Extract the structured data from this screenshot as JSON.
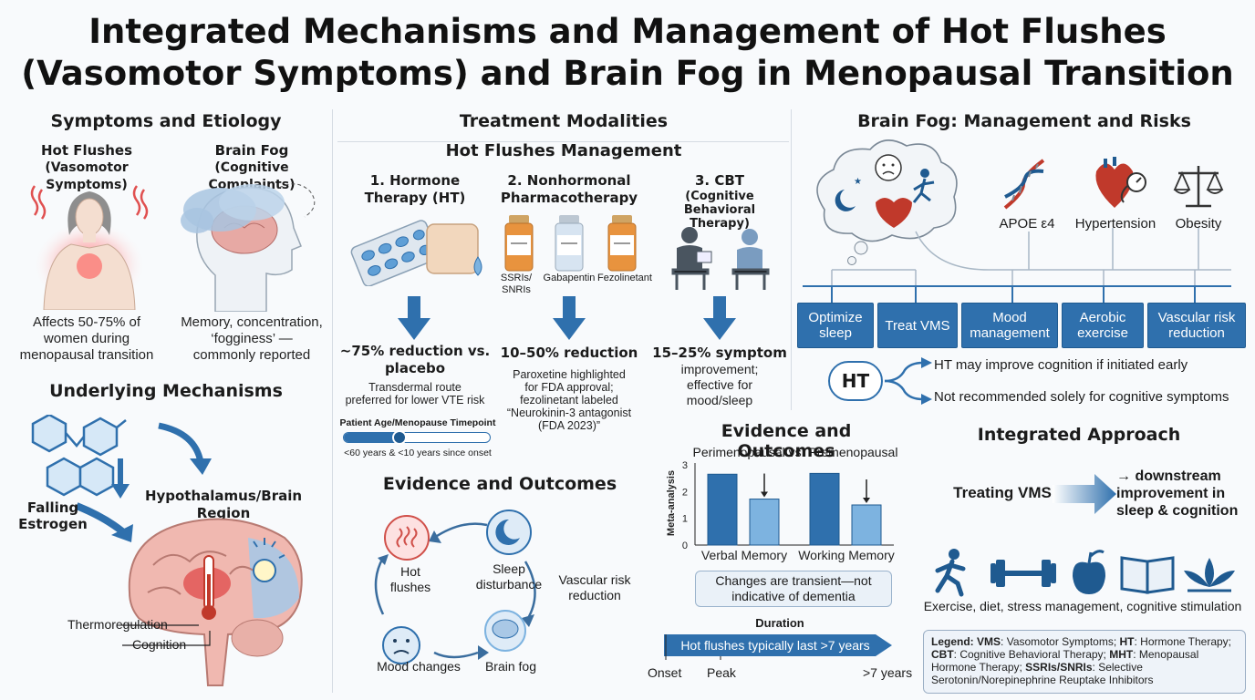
{
  "title": {
    "line1": "Integrated Mechanisms and Management of Hot Flushes",
    "line2": "(Vasomotor Symptoms) and Brain Fog in Menopausal Transition"
  },
  "symptoms": {
    "heading": "Symptoms and Etiology",
    "hot_flushes": {
      "title1": "Hot Flushes",
      "title2": "(Vasomotor Symptoms)",
      "desc1": "Affects 50-75% of",
      "desc2": "women during",
      "desc3": "menopausal transition"
    },
    "brain_fog": {
      "title1": "Brain Fog",
      "title2": "(Cognitive Complaints)",
      "desc1": "Memory, concentration,",
      "desc2": "‘fogginess’ —",
      "desc3": "commonly reported"
    }
  },
  "mechanisms": {
    "heading": "Underlying Mechanisms",
    "hypothalamus_label": "Hypothalamus/Brain Region",
    "falling1": "Falling",
    "falling2": "Estrogen",
    "thermo_label": "Thermoregulation",
    "cognition_label": "Cognition"
  },
  "treatment": {
    "heading": "Treatment Modalities",
    "subheading": "Hot Flushes Management",
    "ht": {
      "title1": "1. Hormone",
      "title2": "Therapy (HT)",
      "result1": "~75% reduction vs.",
      "result2": "placebo",
      "note1": "Transdermal route",
      "note2": "preferred for lower VTE risk",
      "slider_label": "Patient Age/Menopause Timepoint",
      "slider_value": 0.38,
      "slider_caption": "<60 years & <10 years since onset"
    },
    "nonhormonal": {
      "title1": "2. Nonhormonal",
      "title2": "Pharmacotherapy",
      "drug1a": "SSRIs/",
      "drug1b": "SNRIs",
      "drug2": "Gabapentin",
      "drug3": "Fezolinetant",
      "result": "10–50% reduction",
      "note1": "Paroxetine highlighted",
      "note2": "for FDA approval;",
      "note3": "fezolinetant labeled",
      "note4": "“Neurokinin-3 antagonist",
      "note5": "(FDA 2023)”"
    },
    "cbt": {
      "title1": "3. CBT",
      "title2": "(Cognitive Behavioral",
      "title3": "Therapy)",
      "result1": "15–25% symptom",
      "result2": "improvement;",
      "result3": "effective for",
      "result4": "mood/sleep"
    }
  },
  "evidence_cycle": {
    "heading": "Evidence and Outcomes",
    "hot1": "Hot",
    "hot2": "flushes",
    "sleep1": "Sleep",
    "sleep2": "disturbance",
    "mood": "Mood changes",
    "fog": "Brain fog",
    "vascular1": "Vascular risk",
    "vascular2": "reduction"
  },
  "brain_fog_mgmt": {
    "heading": "Brain Fog: Management and Risks",
    "risk1": "APOE ε4",
    "risk2": "Hypertension",
    "risk3": "Obesity",
    "actions": [
      {
        "l1": "Optimize",
        "l2": "sleep"
      },
      {
        "l1": "Treat VMS",
        "l2": ""
      },
      {
        "l1": "Mood",
        "l2": "management"
      },
      {
        "l1": "Aerobic",
        "l2": "exercise"
      },
      {
        "l1": "Vascular risk",
        "l2": "reduction"
      }
    ],
    "ht_label": "HT",
    "ht_yes": "HT may improve cognition if initiated early",
    "ht_no": "Not recommended solely for cognitive symptoms"
  },
  "chart_data": {
    "type": "bar",
    "title": "Perimenopausal vs. Premenopausal",
    "heading": "Evidence and Outcomes",
    "ylabel": "Meta-analysis",
    "categories": [
      "Verbal Memory",
      "Working Memory"
    ],
    "series": [
      {
        "values": [
          2.65,
          2.68
        ]
      },
      {
        "values": [
          1.72,
          1.5
        ]
      }
    ],
    "ylim": [
      0,
      3
    ],
    "yticks": [
      "0",
      "1",
      "2",
      "3"
    ],
    "note1": "Changes are transient—not",
    "note2": "indicative of dementia"
  },
  "duration": {
    "label": "Duration",
    "bar_text": "Hot flushes typically last >7 years",
    "onset": "Onset",
    "peak": "Peak",
    "end": ">7 years"
  },
  "integrated": {
    "heading": "Integrated Approach",
    "left": "Treating VMS",
    "right1": "→ downstream",
    "right2": "improvement in",
    "right3": "sleep & cognition",
    "caption": "Exercise, diet, stress management, cognitive stimulation"
  },
  "legend": {
    "label": "Legend:",
    "k1": "VMS",
    "v1": ": Vasomotor Symptoms; ",
    "k2": "HT",
    "v2": ": Hormone Therapy;",
    "k3": "CBT",
    "v3": ": Cognitive Behavioral Therapy; ",
    "k4": "MHT",
    "v4": ": Menopausal Hormone Therapy; ",
    "k5": "SSRIs/SNRIs",
    "v5": ": Selective Serotonin/Norepinephrine Reuptake Inhibitors"
  },
  "colors": {
    "primary_blue": "#2f70ad",
    "dark_blue": "#1f5a90",
    "light_blue": "#7db3e0",
    "warm_red": "#e05050"
  }
}
